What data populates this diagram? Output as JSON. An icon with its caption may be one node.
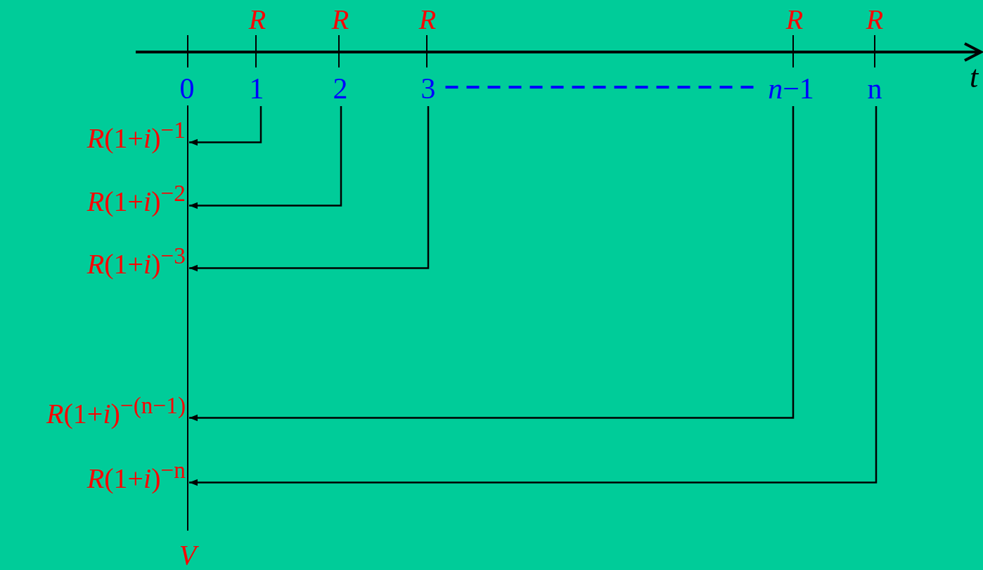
{
  "diagram": {
    "nodes": [
      {
        "text": [
          "1"
        ],
        "beside": [
          "R"
        ]
      },
      {
        "text": [
          "2"
        ],
        "beside": [
          "R"
        ]
      },
      {
        "text": [
          "3"
        ],
        "beside": [
          "R"
        ]
      },
      {
        "text": [
          "*n*−1"
        ],
        "beside": [
          "R"
        ]
      },
      {
        "text": [
          "n"
        ],
        "beside": [
          "R"
        ]
      },
      {
        "text": [
          "*R*(1+*i*)$^{−1}$"
        ]
      },
      {
        "text": [
          "*R*(1+*i*)$^{−2}$"
        ]
      },
      {
        "text": [
          "*R*(1+*i*)$^{−3}$"
        ]
      },
      {
        "text": [
          "*R*(1+*i*)$^{−(n−1)}$"
        ]
      },
      {
        "text": [
          "*R*(1+*i*)$^{−n}$"
        ]
      }
    ],
    "edges": [
      {
        "from": 0,
        "to": 5,
        "arrow": "to"
      },
      {
        "from": 1,
        "to": 6,
        "arrow": "to"
      },
      {
        "from": 2,
        "to": 7,
        "arrow": "to"
      },
      {
        "from": 3,
        "to": 8,
        "arrow": "to"
      },
      {
        "from": 4,
        "to": 9,
        "arrow": "to"
      },
      {
        "from": 2,
        "to": 3,
        "arrow": "none",
        "style": "dashed",
        "color": "#0000ff"
      }
    ],
    "labels": [
      "0",
      "t",
      "V"
    ]
  }
}
